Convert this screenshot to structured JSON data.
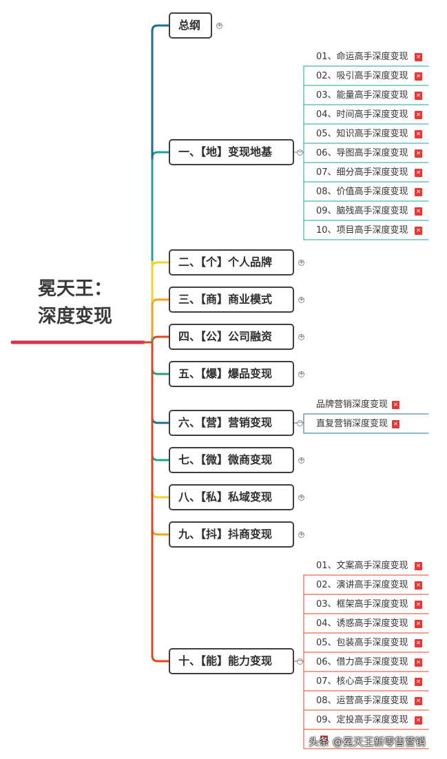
{
  "root": {
    "line1": "冕天王：",
    "line2": "深度变现"
  },
  "branches": [
    {
      "label": "总纲",
      "collapsed": true,
      "color": "#1c6e8c",
      "children": []
    },
    {
      "label": "一、【地】变现地基",
      "collapsed": false,
      "color": "#1aa39a",
      "children": [
        "01、命运高手深度变现",
        "02、吸引高手深度变现",
        "03、能量高手深度变现",
        "04、时间高手深度变现",
        "05、知识高手深度变现",
        "06、导图高手深度变现",
        "07、细分高手深度变现",
        "08、价值高手深度变现",
        "09、脑残高手深度变现",
        "10、项目高手深度变现"
      ]
    },
    {
      "label": "二、【个】个人品牌",
      "collapsed": true,
      "color": "#f2d22e",
      "children": []
    },
    {
      "label": "三、【商】商业模式",
      "collapsed": true,
      "color": "#f0a21a",
      "children": []
    },
    {
      "label": "四、【公】公司融资",
      "collapsed": true,
      "color": "#e2461f",
      "children": []
    },
    {
      "label": "五、【爆】爆品变现",
      "collapsed": true,
      "color": "#2e9e6e",
      "children": []
    },
    {
      "label": "六、【营】营销变现",
      "collapsed": false,
      "color": "#1c6e8c",
      "children": [
        "品牌营销深度变现",
        "直复营销深度变现"
      ]
    },
    {
      "label": "七、【微】微商变现",
      "collapsed": true,
      "color": "#1aa39a",
      "children": []
    },
    {
      "label": "八、【私】私域变现",
      "collapsed": true,
      "color": "#f2d22e",
      "children": []
    },
    {
      "label": "九、【抖】抖商变现",
      "collapsed": true,
      "color": "#f0a21a",
      "children": []
    },
    {
      "label": "十、【能】能力变现",
      "collapsed": false,
      "color": "#e2461f",
      "children": [
        "01、文案高手深度变现",
        "02、演讲高手深度变现",
        "03、框架高手深度变现",
        "04、诱惑高手深度变现",
        "05、包装高手深度变现",
        "06、借力高手深度变现",
        "07、核心高手深度变现",
        "08、运营高手深度变现",
        "09、定投高手深度变现",
        ""
      ]
    }
  ],
  "watermark": "头条 @冕天王新零售营销"
}
